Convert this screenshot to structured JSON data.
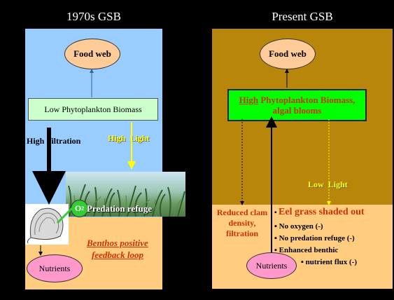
{
  "left": {
    "title": "1970s GSB",
    "food_web": "Food web",
    "low_phyto": "Low Phytoplankton Biomass",
    "high_filtration": "High  filtration",
    "high_light": "High  Light",
    "o2_label": "O",
    "o2_sub": "2",
    "predation_refuge": "Predation refuge",
    "benthos_line1": "Benthos positive",
    "benthos_line2": "feedback loop",
    "nutrients": "Nutrients"
  },
  "right": {
    "title": "Present GSB",
    "food_web": "Food web",
    "high_phyto_word": "High",
    "high_phyto_rest": " Phytoplankton Biomass,",
    "high_phyto_line2": "algal blooms",
    "low_light": "Low  Light",
    "reduced_clam": [
      "Reduced clam",
      "density,",
      "filtration"
    ],
    "eel_grass": "Eel grass shaded out",
    "bullets": [
      "No oxygen (-)",
      "No predation refuge (-)",
      "Enhanced benthic"
    ],
    "nutrient_flux": "nutrient flux (-)",
    "nutrients": "Nutrients"
  },
  "colors": {
    "left_water": "#99ccff",
    "sediment": "#ffcc80",
    "right_water": "#b8860b",
    "red_text": "#cc3300",
    "yellow_text": "#ffff00"
  }
}
